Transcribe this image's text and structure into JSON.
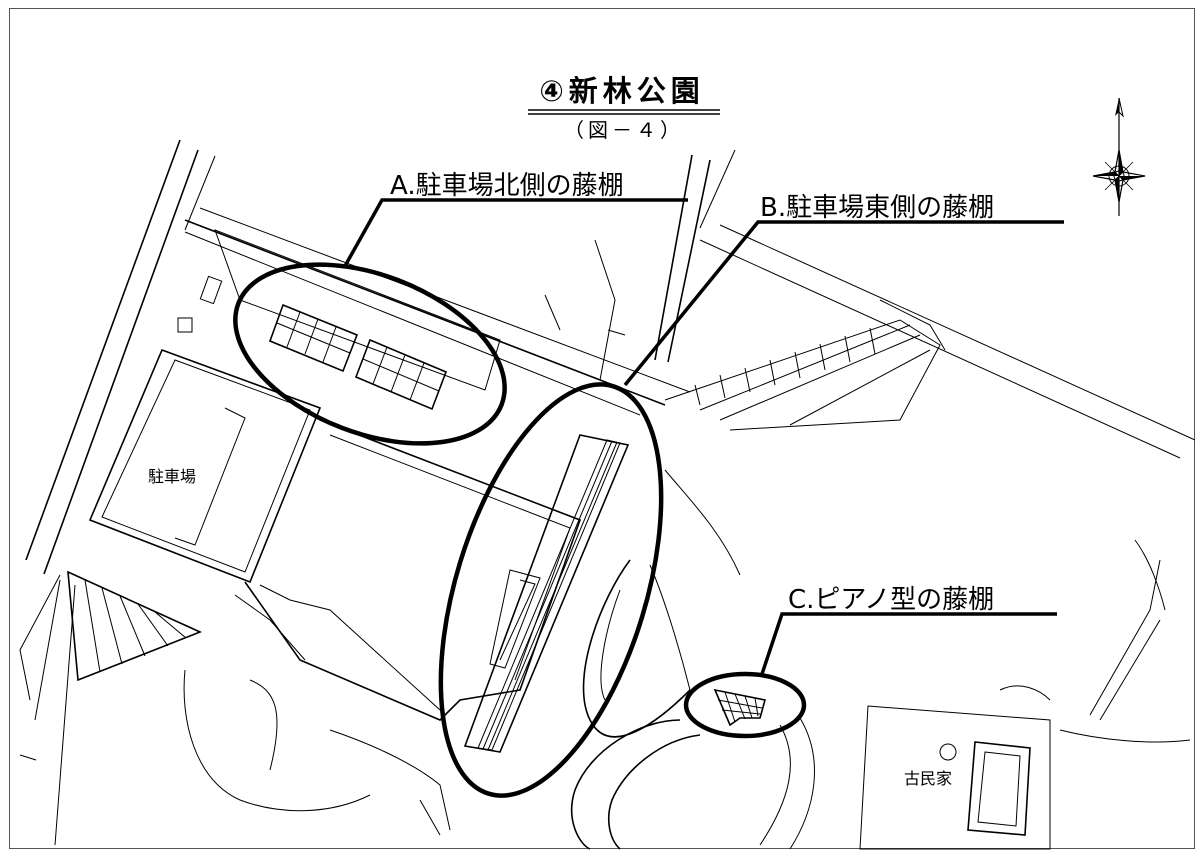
{
  "title": "④新林公園",
  "subtitle": "（図－４）",
  "callouts": {
    "a": "A.駐車場北側の藤棚",
    "b": "B.駐車場東側の藤棚",
    "c": "C.ピアノ型の藤棚"
  },
  "places": {
    "parking": "駐車場",
    "old_house": "古民家"
  },
  "icons": {
    "north": "compass-rose-icon"
  },
  "colors": {
    "ink": "#000000",
    "paper": "#ffffff"
  }
}
